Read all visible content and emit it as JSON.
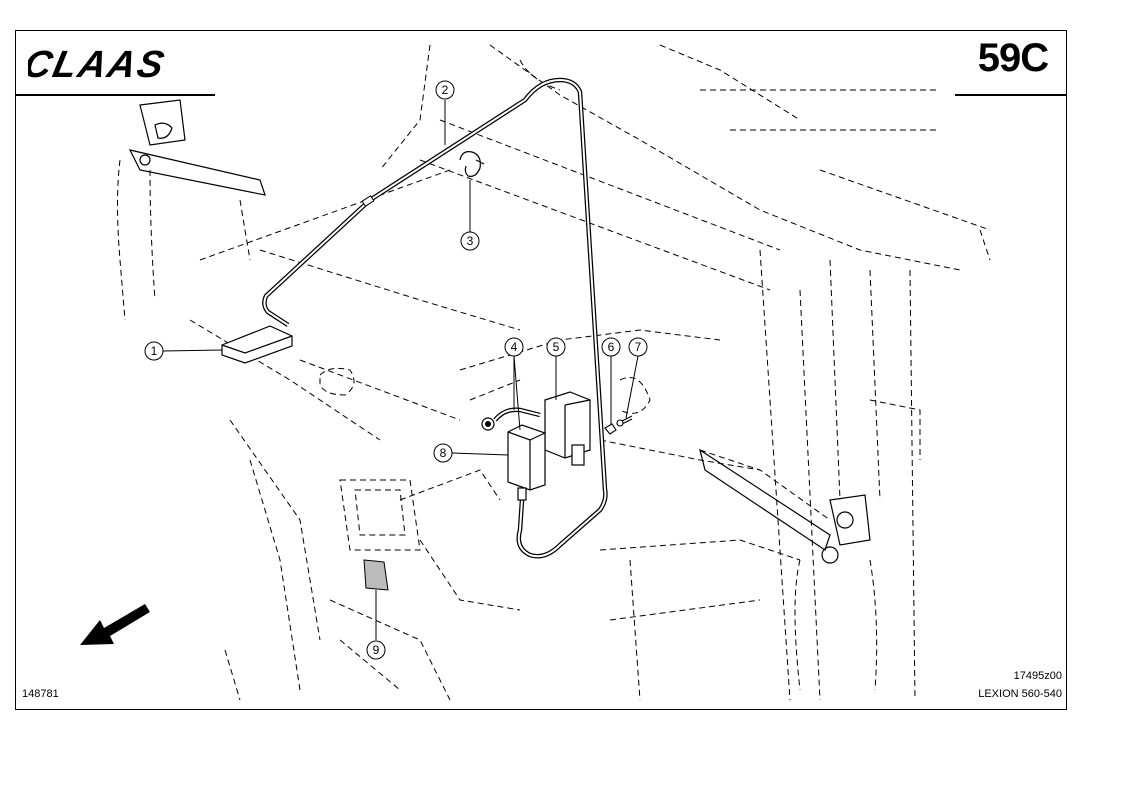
{
  "header": {
    "brand": "CLAAS",
    "page_code": "59C"
  },
  "footer": {
    "document_number": "148781",
    "figure_number": "17495z00",
    "model": "LEXION 560-540"
  },
  "callouts": [
    "1",
    "2",
    "3",
    "4",
    "5",
    "6",
    "7",
    "8",
    "9"
  ],
  "colors": {
    "line": "#000000",
    "background": "#ffffff"
  },
  "icons": {
    "direction_arrow": "arrow-down-left-icon"
  }
}
